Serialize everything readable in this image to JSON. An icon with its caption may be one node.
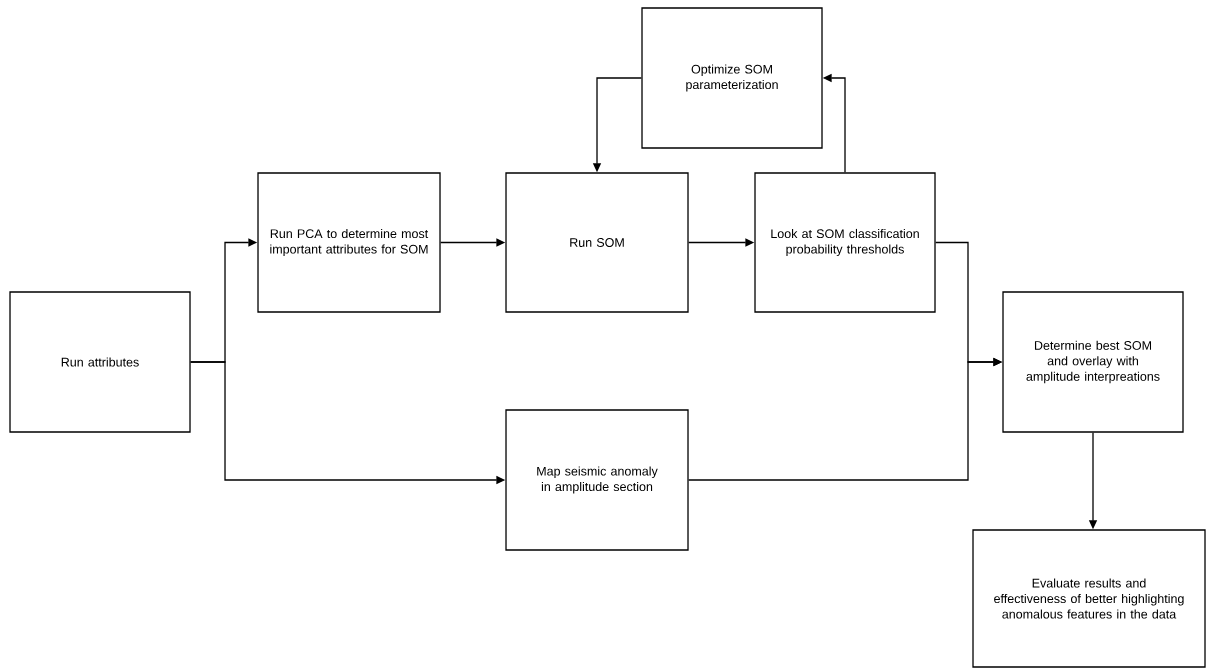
{
  "diagram": {
    "nodes": [
      {
        "text": [
          "Run attributes"
        ]
      },
      {
        "text": [
          "Run PCA to determine most important attributes for SOM"
        ]
      },
      {
        "text": [
          "Run SOM"
        ]
      },
      {
        "text": [
          "Look at SOM classification probability thresholds"
        ]
      },
      {
        "text": [
          "Optimize SOM parameterization"
        ]
      },
      {
        "text": [
          "Map seismic anomaly in amplitude section"
        ]
      },
      {
        "text": [
          "Determine best SOM and overlay with amplitude interpreations"
        ]
      },
      {
        "text": [
          "Evaluate results and effectiveness of better highlighting anomalous features in the data"
        ]
      }
    ],
    "edges": [
      {
        "from": 0,
        "to": 1,
        "arrow": "to"
      },
      {
        "from": 0,
        "to": 5,
        "arrow": "to"
      },
      {
        "from": 1,
        "to": 2,
        "arrow": "to"
      },
      {
        "from": 2,
        "to": 3,
        "arrow": "to"
      },
      {
        "from": 3,
        "to": 4,
        "arrow": "to"
      },
      {
        "from": 4,
        "to": 2,
        "arrow": "to"
      },
      {
        "from": 3,
        "to": 6,
        "arrow": "to"
      },
      {
        "from": 5,
        "to": 6,
        "arrow": "to"
      },
      {
        "from": 6,
        "to": 7,
        "arrow": "to"
      }
    ]
  }
}
